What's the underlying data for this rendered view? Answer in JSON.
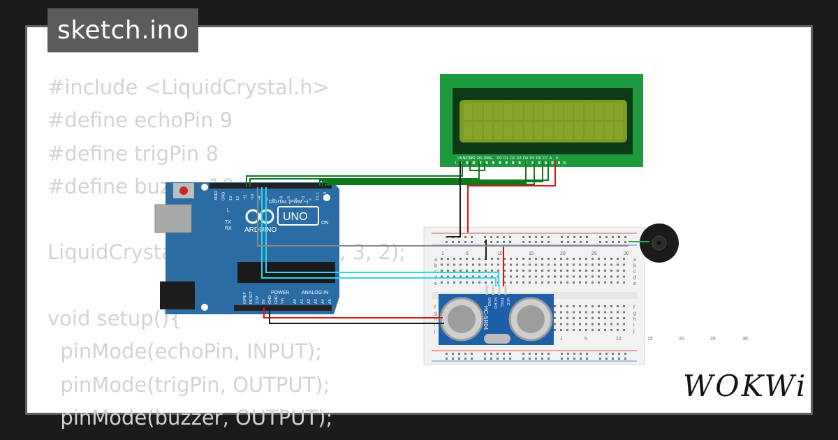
{
  "window": {
    "filename": "sketch.ino"
  },
  "code_lines": [
    "#include <LiquidCrystal.h>",
    "#define echoPin 9",
    "#define trigPin 8",
    "#define buzzer 10",
    "",
    "LiquidCrystal lcd(12, 11, 5, 4, 3, 2);",
    "",
    "void setup(){",
    "  pinMode(echoPin, INPUT);",
    "  pinMode(trigPin, OUTPUT);",
    "  pinMode(buzzer, OUTPUT);"
  ],
  "arduino": {
    "brand": "ARDUINO",
    "model": "UNO",
    "digital_label": "DIGITAL (PWM ~)",
    "power_label": "POWER",
    "analog_label": "ANALOG IN",
    "led_l": "L",
    "led_tx": "TX",
    "led_rx": "RX",
    "led_on": "ON",
    "top_pins": [
      "AREF",
      "GND",
      "13",
      "12",
      "~11",
      "~10",
      "~9",
      "8",
      "7",
      "~6",
      "~5",
      "4",
      "~3",
      "2",
      "TX 1",
      "RX 0"
    ],
    "power_pins": [
      "IOREF",
      "RESET",
      "3.3V",
      "5V",
      "GND",
      "GND",
      "Vin"
    ],
    "analog_pins": [
      "A0",
      "A1",
      "A2",
      "A3",
      "A4",
      "A5"
    ]
  },
  "lcd": {
    "pins": [
      "VSS",
      "VDD",
      "V0",
      "RS",
      "RW",
      "E",
      "D0",
      "D1",
      "D2",
      "D3",
      "D4",
      "D5",
      "D6",
      "D7",
      "A",
      "K"
    ],
    "pin_first": "1",
    "pin_last": "16"
  },
  "breadboard": {
    "col_numbers": [
      "1",
      "5",
      "10",
      "15",
      "20",
      "25",
      "30"
    ],
    "row_letters_top": [
      "j",
      "i",
      "h",
      "g",
      "f"
    ],
    "row_letters_bottom": [
      "e",
      "d",
      "c",
      "b",
      "a"
    ]
  },
  "sensor": {
    "model": "HC-SR04",
    "pins": [
      "VCC",
      "TRIG",
      "ECHO",
      "GND"
    ]
  },
  "brand": {
    "logo": "WOKWi"
  },
  "colors": {
    "board_blue": "#2c6ca5",
    "lcd_green": "#1d9a3e",
    "lcd_screen": "#7d9a23",
    "wire_red": "#e01010",
    "wire_green": "#0d7a1b",
    "wire_cyan": "#2fd6ee",
    "wire_black": "#1a1a1a",
    "wire_gray": "#8a8a8a"
  }
}
